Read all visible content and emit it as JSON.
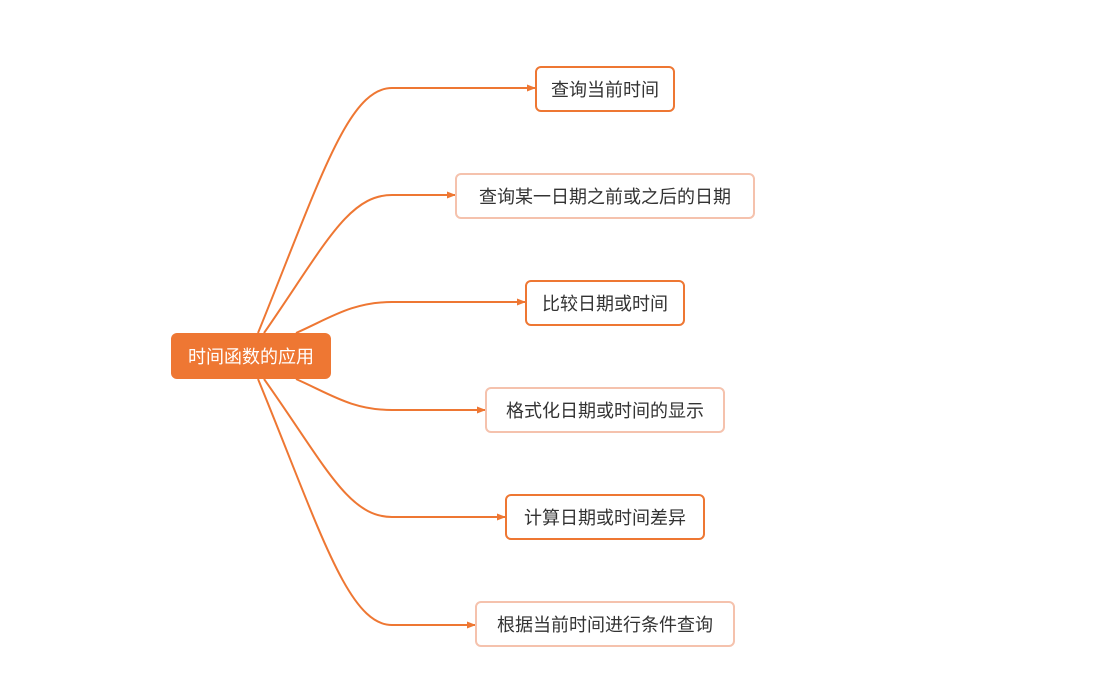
{
  "diagram": {
    "root": {
      "label": "时间函数的应用"
    },
    "branches": [
      {
        "label": "查询当前时间",
        "style": "strong"
      },
      {
        "label": "查询某一日期之前或之后的日期",
        "style": "soft"
      },
      {
        "label": "比较日期或时间",
        "style": "strong"
      },
      {
        "label": "格式化日期或时间的显示",
        "style": "soft"
      },
      {
        "label": "计算日期或时间差异",
        "style": "strong"
      },
      {
        "label": "根据当前时间进行条件查询",
        "style": "soft"
      }
    ],
    "colors": {
      "accent": "#ee7733",
      "soft_border": "#f5c2ad",
      "text": "#333333",
      "background": "#ffffff"
    }
  }
}
